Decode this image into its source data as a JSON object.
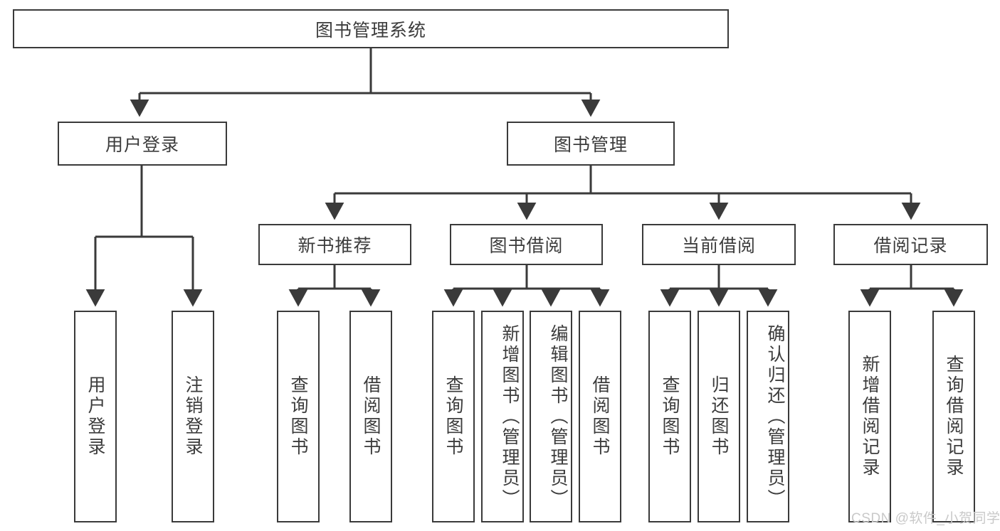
{
  "diagram": {
    "title": "图书管理系统",
    "type": "tree",
    "watermark": "CSDN @软件_小贺同学",
    "colors": {
      "box_border": "#3a3a3a",
      "box_fill": "#ffffff",
      "line": "#3a3a3a",
      "text": "#3c3c3c",
      "background": "#ffffff",
      "watermark": "#c9c9c9"
    },
    "root": {
      "label": "图书管理系统"
    },
    "level1": [
      {
        "label": "用户登录"
      },
      {
        "label": "图书管理"
      }
    ],
    "level2": [
      {
        "label": "新书推荐"
      },
      {
        "label": "图书借阅"
      },
      {
        "label": "当前借阅"
      },
      {
        "label": "借阅记录"
      }
    ],
    "leaves": {
      "user_login": [
        {
          "label": "用户登录"
        },
        {
          "label": "注销登录"
        }
      ],
      "new_book_recommend": [
        {
          "label": "查询图书"
        },
        {
          "label": "借阅图书"
        }
      ],
      "book_borrow": [
        {
          "label": "查询图书"
        },
        {
          "label": "新增图书（管理员）"
        },
        {
          "label": "编辑图书（管理员）"
        },
        {
          "label": "借阅图书"
        }
      ],
      "current_borrow": [
        {
          "label": "查询图书"
        },
        {
          "label": "归还图书"
        },
        {
          "label": "确认归还（管理员）"
        }
      ],
      "borrow_record": [
        {
          "label": "新增借阅记录"
        },
        {
          "label": "查询借阅记录"
        }
      ]
    }
  }
}
